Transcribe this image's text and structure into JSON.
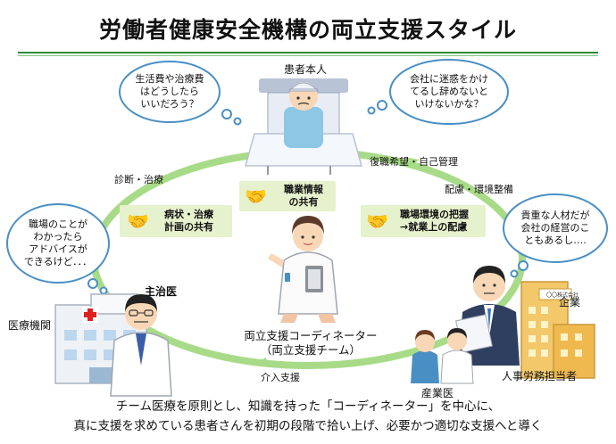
{
  "title": "労働者健康安全機構の両立支援スタイル",
  "roles": {
    "patient": "患者本人",
    "doctor": "主治医",
    "hospital": "医療機関",
    "coordinator_line1": "両立支援コーディネーター",
    "coordinator_line2": "（両立支援チーム）",
    "company": "企業",
    "hr": "人事労務担当者",
    "occupational_doctor": "産業医"
  },
  "cycle_labels": {
    "diagnosis": "診断・治療",
    "return": "復職希望・自己管理",
    "consideration": "配慮・環境整備",
    "intervention": "介入支援"
  },
  "bubbles": {
    "patient_left": [
      "生活費や治療費",
      "はどうしたら",
      "いいだろう？"
    ],
    "patient_right": [
      "会社に迷惑をかけ",
      "てるし辞めないと",
      "いけないかな？"
    ],
    "doctor": [
      "職場のことが",
      "わかったら",
      "アドバイスが",
      "できるけど．．．"
    ],
    "company": [
      "貴重な人材だが",
      "会社の経営のこ",
      "ともあるし…."
    ]
  },
  "info_boxes": {
    "job_info": [
      "職業情報",
      "の共有"
    ],
    "symptoms": [
      "病状・治療",
      "計画の共有"
    ],
    "workplace": [
      "職場環境の把握",
      "→就業上の配慮"
    ]
  },
  "company_sign": "〇〇株式会社",
  "caption_line1": "チーム医療を原則とし、知識を持った「コーディネーター」を中心に、",
  "caption_line2": "真に支援を求めている患者さんを初期の段階で拾い上げ、必要かつ適切な支援へと導く",
  "colors": {
    "accent_green": "#2e8b3a",
    "cycle_green": "#a8db87",
    "info_bg": "#e6f1cd",
    "bubble_border": "#4a8fc4",
    "hospital_cross": "#e02020"
  }
}
